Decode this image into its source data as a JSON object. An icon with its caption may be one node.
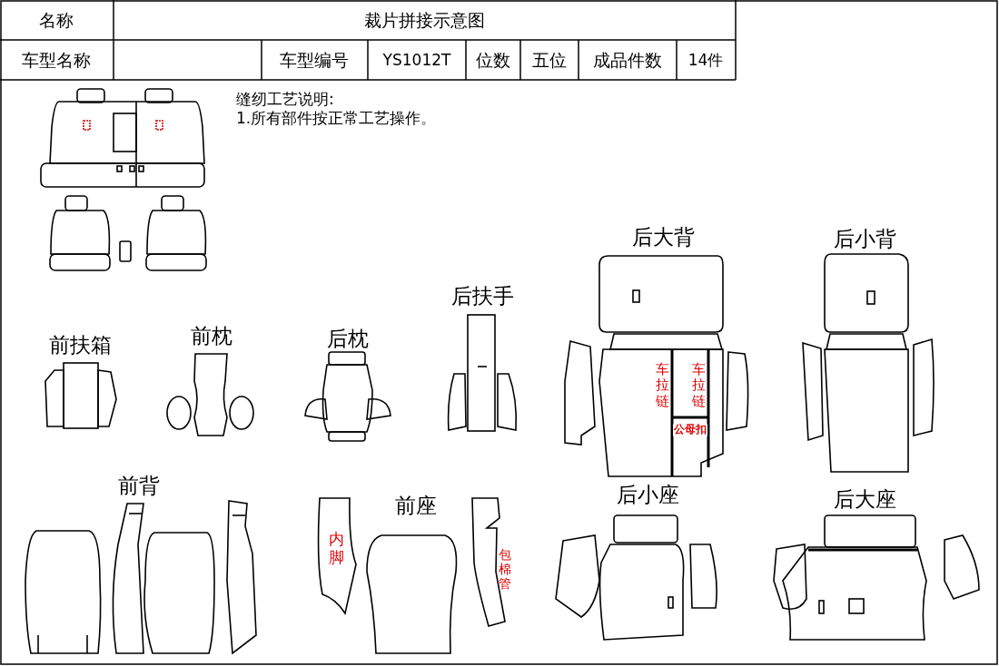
{
  "diagram": {
    "title": "裁片拼接示意图",
    "labels": [
      "名称",
      "车型名称",
      "车型编号",
      "YS1012T",
      "位数",
      "五位",
      "成品件数",
      "14件",
      "缝纫工艺说明:",
      "1.所有部件按正常工艺操作。",
      "后大背",
      "后小背",
      "后扶手",
      "前扶箱",
      "前枕",
      "后枕",
      "车拉链",
      "车拉链",
      "公母扣",
      "前背",
      "前座",
      "后小座",
      "后大座",
      "内脚",
      "包棉管"
    ]
  }
}
